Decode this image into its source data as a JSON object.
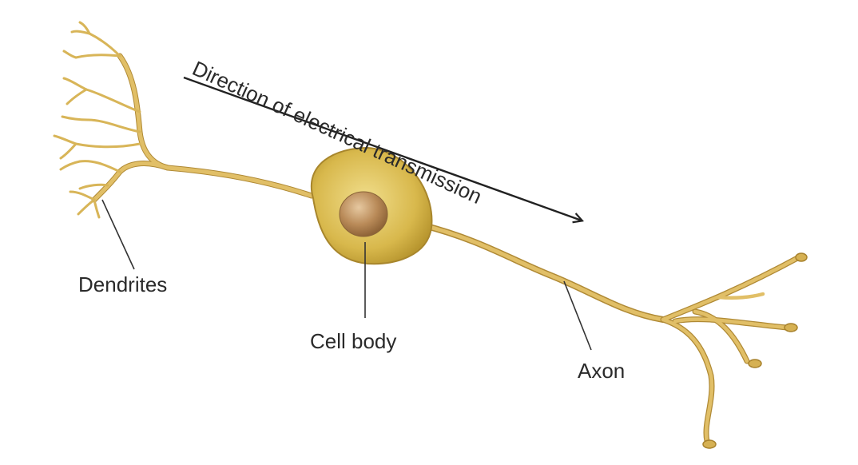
{
  "labels": {
    "direction": "Direction of electrical transmission",
    "dendrites": "Dendrites",
    "cell_body": "Cell body",
    "axon": "Axon"
  },
  "colors": {
    "neuron_fill": "#e3c06a",
    "neuron_stroke": "#b08a35",
    "soma_fill": "#dcc052",
    "nucleus_fill": "#b78855",
    "arrow": "#222222",
    "leader_line": "#333333",
    "text": "#2a2a2a"
  }
}
